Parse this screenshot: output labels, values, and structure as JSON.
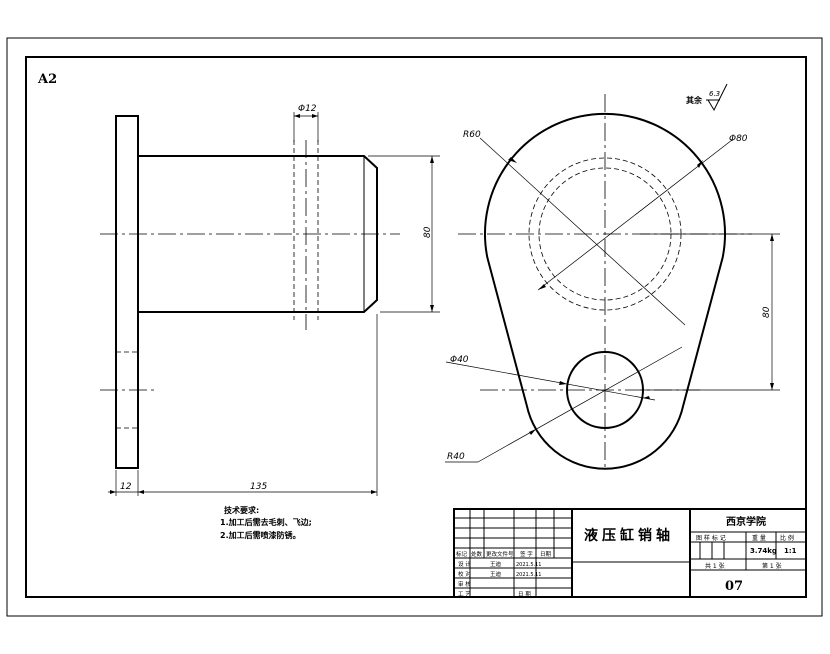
{
  "sheet": {
    "size_label": "A2"
  },
  "roughness": {
    "label": "其余",
    "value": "6.3"
  },
  "dimensions": {
    "pin_hole_dia": "Φ12",
    "shaft_dia": "80",
    "flange_thk": "12",
    "shaft_len": "135",
    "outer_radius": "R60",
    "bore_dia": "Φ80",
    "small_hole_dia": "Φ40",
    "small_radius": "R40",
    "center_dist": "80"
  },
  "tech_req": {
    "title": "技术要求:",
    "items": [
      "1.加工后需去毛刺、飞边;",
      "2.加工后需喷漆防锈。"
    ]
  },
  "title_block": {
    "part_name": "液压缸销轴",
    "school": "西京学院",
    "drawing_no": "07",
    "weight": "3.74kg",
    "scale": "1:1",
    "stage_label": "图 样 标 记",
    "weight_label": "重 量",
    "scale_label": "比 例",
    "sheets_total": "共 1 张",
    "sheet_num": "第 1 张",
    "rev_headers": [
      "标记",
      "处数",
      "更改文件号",
      "签 字",
      "日期"
    ],
    "sign_rows": [
      {
        "role": "设 计",
        "name": "王迪",
        "date": "2021.5.11"
      },
      {
        "role": "校 对",
        "name": "王迪",
        "date": "2021.5.11"
      },
      {
        "role": "审 核",
        "name": "",
        "date": ""
      },
      {
        "role": "工 艺",
        "name": "",
        "date": "日 期"
      }
    ]
  }
}
